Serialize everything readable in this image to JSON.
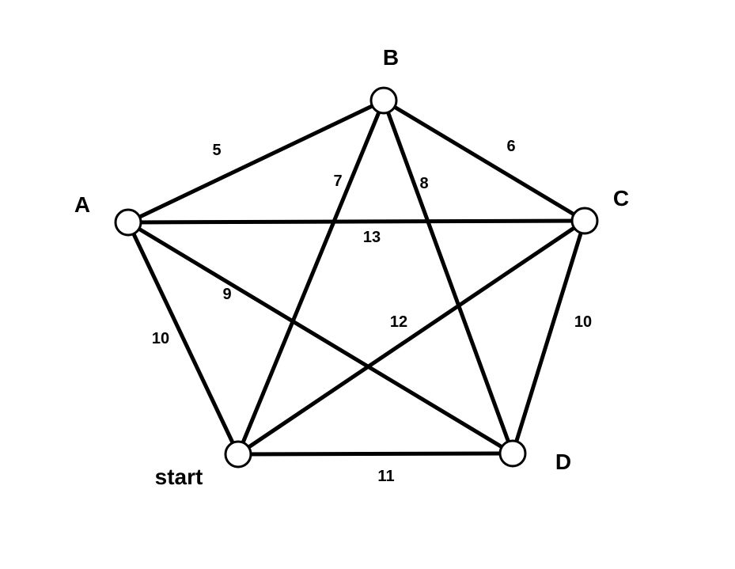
{
  "graph": {
    "nodes": [
      {
        "id": "A",
        "label": "A"
      },
      {
        "id": "B",
        "label": "B"
      },
      {
        "id": "C",
        "label": "C"
      },
      {
        "id": "D",
        "label": "D"
      },
      {
        "id": "S",
        "label": "start"
      }
    ],
    "edges": [
      {
        "from": "A",
        "to": "B",
        "weight": "5"
      },
      {
        "from": "B",
        "to": "C",
        "weight": "6"
      },
      {
        "from": "B",
        "to": "S",
        "weight": "7"
      },
      {
        "from": "B",
        "to": "D",
        "weight": "8"
      },
      {
        "from": "A",
        "to": "C",
        "weight": "13"
      },
      {
        "from": "A",
        "to": "D",
        "weight": "9"
      },
      {
        "from": "A",
        "to": "S",
        "weight": "10"
      },
      {
        "from": "C",
        "to": "S",
        "weight": "12"
      },
      {
        "from": "C",
        "to": "D",
        "weight": "10"
      },
      {
        "from": "S",
        "to": "D",
        "weight": "11"
      }
    ],
    "colors": {
      "line": "#000000",
      "node_fill": "#ffffff",
      "background": "#ffffff"
    }
  }
}
